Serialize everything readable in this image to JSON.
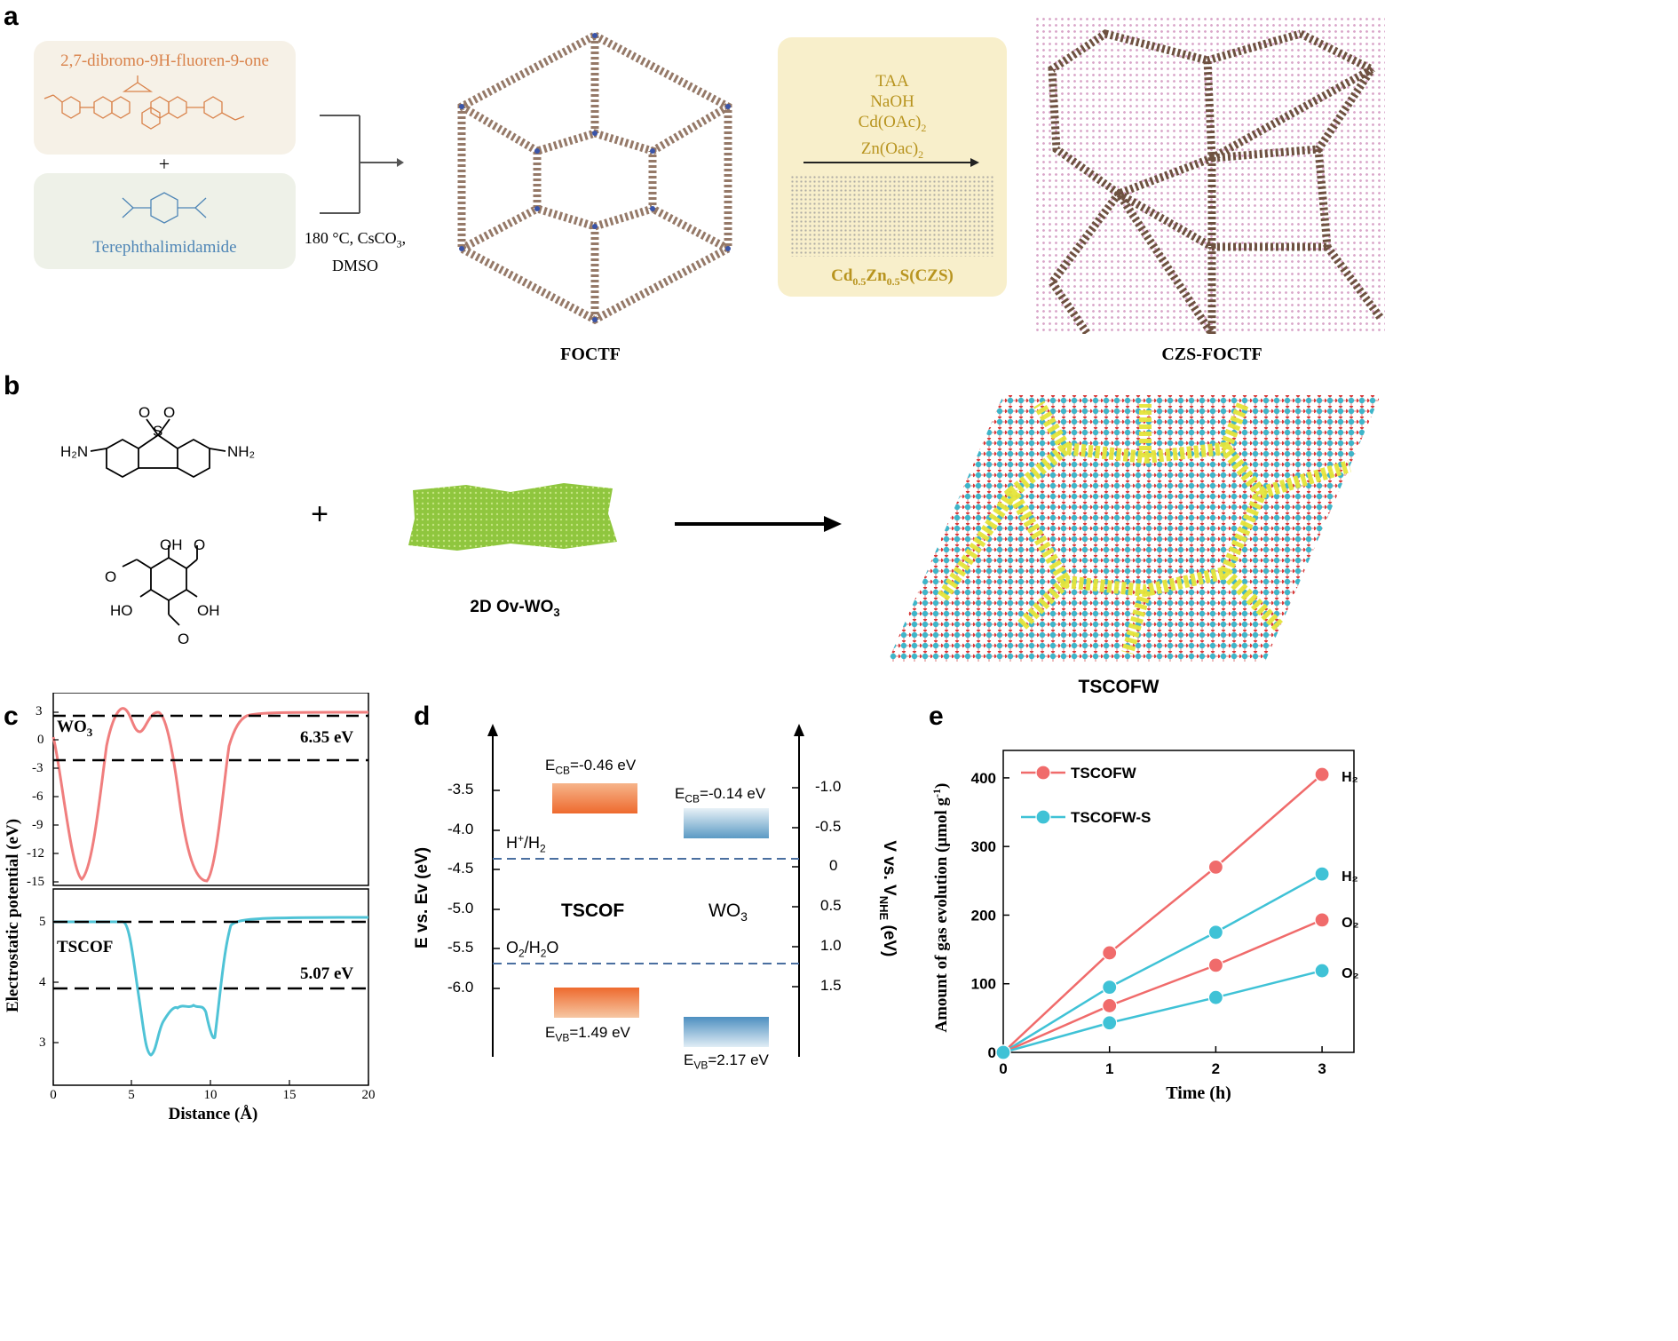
{
  "panel_a": {
    "letter": "a",
    "reactant1": "2,7-dibromo-9H-fluoren-9-one",
    "plus": "+",
    "reactant2": "Terephthalimidamide",
    "conditions_line1": "180 °C, CsCO",
    "conditions_sub": "3",
    "conditions_line1_end": ",",
    "conditions_line2": "DMSO",
    "product1": "FOCTF",
    "reagents": [
      "TAA",
      "NaOH",
      "Cd(OAc)",
      "Zn(Oac)"
    ],
    "reagent_sub": "2",
    "czs_label": "Cd",
    "czs_sub1": "0.5",
    "czs_zn": "Zn",
    "czs_sub2": "0.5",
    "czs_rest": "S(CZS)",
    "product2": "CZS-FOCTF",
    "colors": {
      "orange": "#d9824a",
      "blue": "#4f86b6",
      "brown": "#7a5a45",
      "gold": "#c8a035"
    }
  },
  "panel_b": {
    "letter": "b",
    "plus": "+",
    "mol1_left": "H₂N",
    "mol1_right": "NH₂",
    "mol1_s": "S",
    "mol1_o": "O",
    "mol2_oh": "OH",
    "mol2_ho": "HO",
    "mol2_o": "O",
    "wo3_label": "2D Ov-WO",
    "wo3_sub": "3",
    "product": "TSCOFW",
    "colors": {
      "green": "#8fc63e",
      "red": "#d93a3a",
      "cyan": "#3fb5c9",
      "yellow": "#e5e53a"
    }
  },
  "panel_c": {
    "letter": "c",
    "ylabel": "Electrostatic potential (eV)",
    "xlabel": "Distance (Å)",
    "top_label": "WO",
    "top_sub": "3",
    "top_energy": "6.35 eV",
    "bottom_label": "TSCOF",
    "bottom_energy": "5.07 eV",
    "top_yticks": [
      "3",
      "0",
      "-3",
      "-6",
      "-9",
      "-12",
      "-15"
    ],
    "bottom_yticks": [
      "5",
      "4",
      "3"
    ],
    "xticks": [
      "0",
      "5",
      "10",
      "15",
      "20"
    ],
    "colors": {
      "top": "#f07e7e",
      "bottom": "#4fc3d6"
    }
  },
  "panel_d": {
    "letter": "d",
    "left_axis_label": "E vs. Ev (eV)",
    "right_axis_label": "V vs. V",
    "right_axis_sub": "NHE",
    "right_axis_end": " (eV)",
    "left_ticks": [
      "-3.5",
      "-4.0",
      "-4.5",
      "-5.0",
      "-5.5",
      "-6.0"
    ],
    "right_ticks": [
      "-1.0",
      "-0.5",
      "0",
      "0.5",
      "1.0",
      "1.5"
    ],
    "tscof_label": "TSCOF",
    "wo3_label": "WO",
    "wo3_sub": "3",
    "h_label": "H",
    "h_sup": "+",
    "h_mid": "/H",
    "h_sub": "2",
    "o_label": "O",
    "o_sub": "2",
    "o_rest": "/H",
    "o_sub2": "2",
    "o_end": "O",
    "tscof_ecb": "=-0.46 eV",
    "wo3_ecb": "=-0.14 eV",
    "tscof_evb": "=1.49 eV",
    "wo3_evb": "=2.17 eV",
    "e_letter": "E",
    "cb_sub": "CB",
    "vb_sub": "VB"
  },
  "chart_data": {
    "type": "line",
    "panel_letter": "e",
    "xlabel": "Time (h)",
    "ylabel": "Amount of gas evolution (μmol g",
    "ylabel_sup": "-1",
    "ylabel_end": ")",
    "x": [
      0,
      1,
      2,
      3
    ],
    "xticks": [
      "0",
      "1",
      "2",
      "3"
    ],
    "yticks": [
      "0",
      "100",
      "200",
      "300",
      "400"
    ],
    "xlim": [
      0,
      3.3
    ],
    "ylim": [
      0,
      440
    ],
    "legend": [
      "TSCOFW",
      "TSCOFW-S"
    ],
    "legend_position": "top-left",
    "series": [
      {
        "name": "TSCOFW",
        "gas": "H₂",
        "color": "#f06b6b",
        "values": [
          0,
          145,
          270,
          405
        ]
      },
      {
        "name": "TSCOFW-S",
        "gas": "H₂",
        "color": "#3fc2d6",
        "values": [
          0,
          95,
          175,
          260
        ]
      },
      {
        "name": "TSCOFW",
        "gas": "O₂",
        "color": "#f06b6b",
        "values": [
          0,
          68,
          127,
          193
        ]
      },
      {
        "name": "TSCOFW-S",
        "gas": "O₂",
        "color": "#3fc2d6",
        "values": [
          0,
          43,
          80,
          119
        ]
      }
    ]
  }
}
